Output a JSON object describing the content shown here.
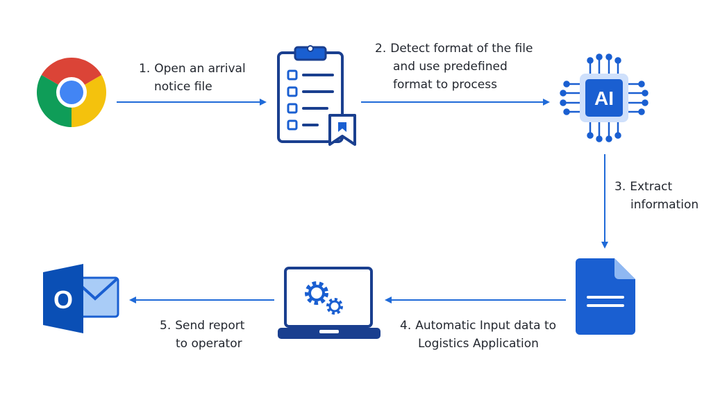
{
  "colors": {
    "primary": "#1a5fd1",
    "arrow": "#1f6ad8",
    "text": "#23272f",
    "chrome_red": "#db4437",
    "chrome_yellow": "#f4c20d",
    "chrome_green": "#0f9d58",
    "chrome_blue": "#4285f4",
    "outlook_dark": "#0a4fb5",
    "outlook_light": "#5aa0f0"
  },
  "nodes": {
    "browser": {
      "icon": "chrome-browser-icon"
    },
    "checklist": {
      "icon": "clipboard-checklist-icon"
    },
    "ai": {
      "icon": "ai-chip-icon",
      "chip_text": "AI"
    },
    "document": {
      "icon": "document-icon"
    },
    "laptop": {
      "icon": "laptop-settings-icon"
    },
    "email": {
      "icon": "outlook-mail-icon",
      "letter": "O"
    }
  },
  "steps": [
    {
      "number": "1.",
      "lines": [
        "Open an arrival",
        "notice file"
      ]
    },
    {
      "number": "2.",
      "lines": [
        "Detect format of the file",
        "and use predefined",
        "format to process"
      ]
    },
    {
      "number": "3.",
      "lines": [
        "Extract",
        "information"
      ]
    },
    {
      "number": "4.",
      "lines": [
        "Automatic Input data to",
        "Logistics Application"
      ]
    },
    {
      "number": "5.",
      "lines": [
        "Send report",
        "to operator"
      ]
    }
  ]
}
